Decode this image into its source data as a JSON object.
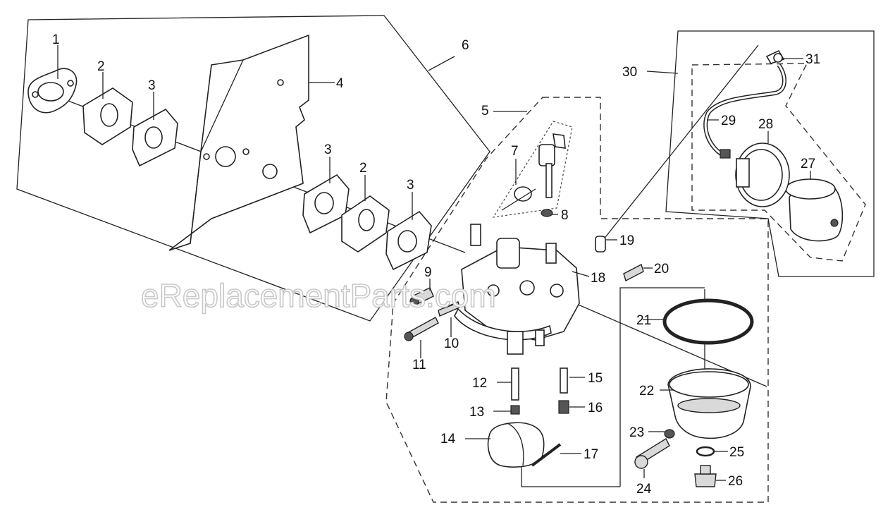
{
  "watermark": "eReplacementParts.com",
  "part_numbers": {
    "p1": "1",
    "p2a": "2",
    "p2b": "2",
    "p3a": "3",
    "p3b": "3",
    "p3c": "3",
    "p4": "4",
    "p5": "5",
    "p6": "6",
    "p7": "7",
    "p8": "8",
    "p9": "9",
    "p10": "10",
    "p11": "11",
    "p12": "12",
    "p13": "13",
    "p14": "14",
    "p15": "15",
    "p16": "16",
    "p17": "17",
    "p18": "18",
    "p19": "19",
    "p20": "20",
    "p21": "21",
    "p22": "22",
    "p23": "23",
    "p24": "24",
    "p25": "25",
    "p26": "26",
    "p27": "27",
    "p28": "28",
    "p29": "29",
    "p30": "30",
    "p31": "31"
  }
}
